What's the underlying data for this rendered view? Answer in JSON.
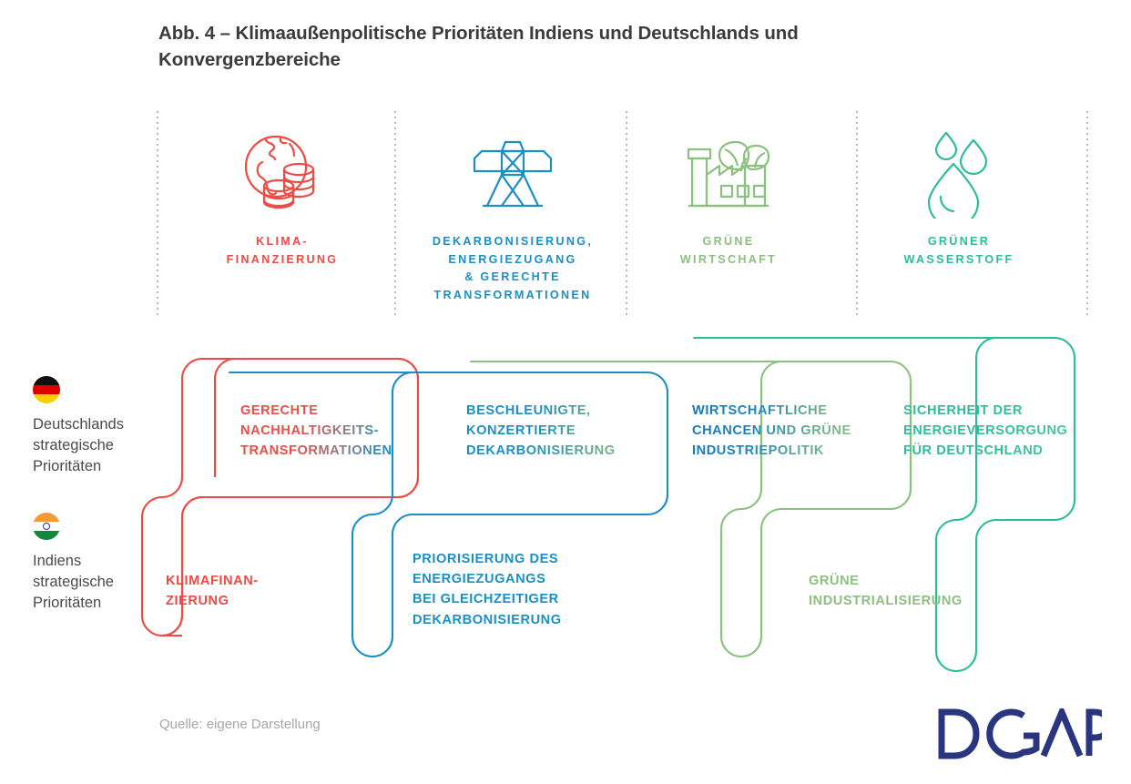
{
  "title": "Abb. 4 – Klimaaußenpolitische Prioritäten Indiens und Deutschlands und Konvergenzbereiche",
  "colors": {
    "red": "#EE4B43",
    "blue": "#1B8FC4",
    "green": "#8CC07E",
    "teal": "#2BBD9A",
    "title_gray": "#3B3B3B",
    "label_gray": "#4A4A4A",
    "source_gray": "#A7A7A7",
    "logo_navy": "#2A3580",
    "dotted_gray": "#B9B9B9"
  },
  "columns": [
    {
      "icon": "globe-coins-icon",
      "caption": "KLIMA-\nFINANZIERUNG",
      "color": "#EE4B43"
    },
    {
      "icon": "power-pylon-icon",
      "caption": "DEKARBONISIERUNG,\nENERGIEZUGANG\n& GERECHTE\nTRANSFORMATIONEN",
      "color": "#1B8FC4"
    },
    {
      "icon": "factory-leaf-icon",
      "caption": "GRÜNE\nWIRTSCHAFT",
      "color": "#8CC07E"
    },
    {
      "icon": "water-drops-icon",
      "caption": "GRÜNER\nWASSERSTOFF",
      "color": "#2BBD9A"
    }
  ],
  "rows": [
    {
      "flag": "germany-flag-icon",
      "label": "Deutschlands\nstrategische\nPrioritäten"
    },
    {
      "flag": "india-flag-icon",
      "label": "Indiens\nstrategische\nPrioritäten"
    }
  ],
  "germany_priorities": [
    {
      "text": "GERECHTE\nNACHHALTIGKEITS-\nTRANSFORMATIONEN",
      "gradient": "red-to-blue"
    },
    {
      "text": "BESCHLEUNIGTE,\nKONZERTIERTE\nDEKARBONISIERUNG",
      "gradient": "blue-to-green"
    },
    {
      "text": "WIRTSCHAFTLICHE\nCHANCEN UND GRÜNE\nINDUSTRIEPOLITIK",
      "gradient": "blue-to-green"
    },
    {
      "text": "SICHERHEIT DER\nENERGIEVERSORGUNG\nFÜR DEUTSCHLAND",
      "gradient": "green-to-teal"
    }
  ],
  "india_priorities": [
    {
      "text": "KLIMAFINAN-\nZIERUNG",
      "color": "#EE4B43"
    },
    {
      "text": "PRIORISIERUNG DES\nENERGIEZUGANGS\nBEI GLEICHZEITIGER\nDEKARBONISIERUNG",
      "color": "#1B8FC4"
    },
    {
      "text": "GRÜNE\nINDUSTRIALISIERUNG",
      "color": "#8CC07E"
    }
  ],
  "footer": {
    "source": "Quelle: eigene Darstellung",
    "logo": "DGAP"
  }
}
